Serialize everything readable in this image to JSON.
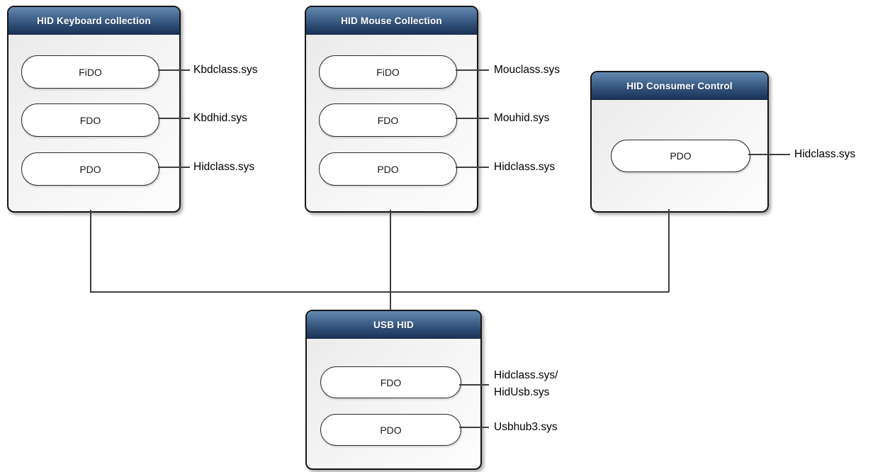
{
  "diagram": {
    "boxes": [
      {
        "title": "HID Keyboard collection",
        "nodes": [
          {
            "label": "FiDO",
            "driver": "Kbdclass.sys"
          },
          {
            "label": "FDO",
            "driver": "Kbdhid.sys"
          },
          {
            "label": "PDO",
            "driver": "Hidclass.sys"
          }
        ]
      },
      {
        "title": "HID Mouse Collection",
        "nodes": [
          {
            "label": "FiDO",
            "driver": "Mouclass.sys"
          },
          {
            "label": "FDO",
            "driver": "Mouhid.sys"
          },
          {
            "label": "PDO",
            "driver": "Hidclass.sys"
          }
        ]
      },
      {
        "title": "HID Consumer Control",
        "nodes": [
          {
            "label": "PDO",
            "driver": "Hidclass.sys"
          }
        ]
      },
      {
        "title": "USB HID",
        "nodes": [
          {
            "label": "FDO",
            "driver": "Hidclass.sys/\nHidUsb.sys"
          },
          {
            "label": "PDO",
            "driver": "Usbhub3.sys"
          }
        ]
      }
    ],
    "colors": {
      "header_gradient_top": "#6389b0",
      "header_gradient_bottom": "#1b3355",
      "header_text": "#ffffff",
      "box_body": "#f3f3f4",
      "box_border": "#161616",
      "pill_fill": "#ffffff",
      "connector_line": "#3f3f3f",
      "label_text": "#000000"
    }
  }
}
